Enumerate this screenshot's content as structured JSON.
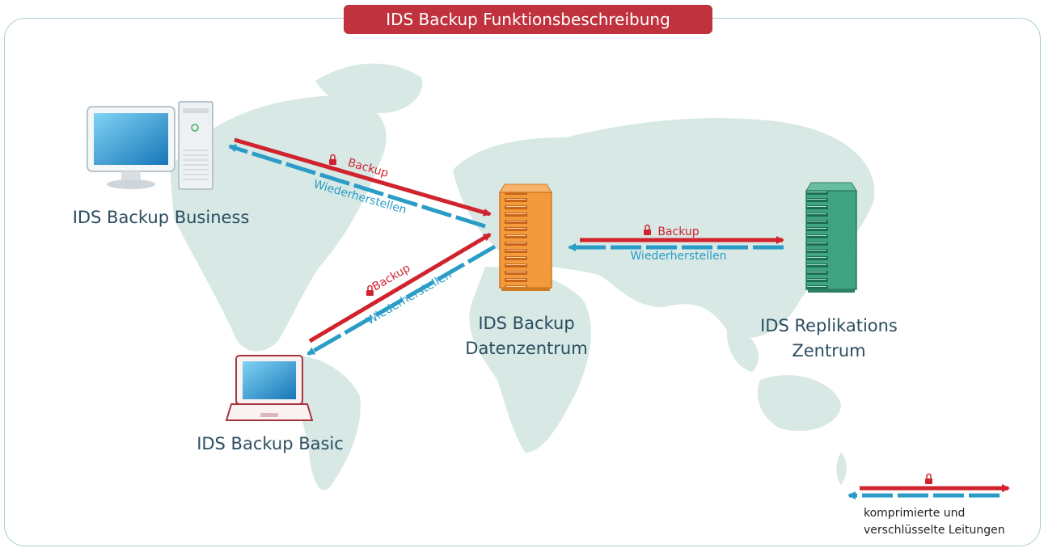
{
  "title": "IDS Backup Funktionsbeschreibung",
  "nodes": {
    "business": "IDS Backup Business",
    "basic": "IDS Backup Basic",
    "datacenter_line1": "IDS Backup",
    "datacenter_line2": "Datenzentrum",
    "replication_line1": "IDS Replikations",
    "replication_line2": "Zentrum"
  },
  "links": {
    "business_backup": "Backup",
    "business_restore": "Wiederherstellen",
    "basic_backup": "Backup",
    "basic_restore": "Wiederherstellen",
    "replication_backup": "Backup",
    "replication_restore": "Wiederherstellen"
  },
  "legend": {
    "line1": "komprimierte und",
    "line2": "verschlüsselte Leitungen"
  },
  "colors": {
    "title_bg": "#c0323d",
    "backup_arrow": "#d0232e",
    "restore_arrow": "#2a9cc6",
    "map": "#d7e8e5",
    "datacenter_server": "#f39a3c",
    "replication_server": "#3fa382"
  },
  "icons": [
    "desktop-computer-icon",
    "tower-pc-icon",
    "laptop-icon",
    "server-rack-icon",
    "lock-icon",
    "world-map"
  ]
}
